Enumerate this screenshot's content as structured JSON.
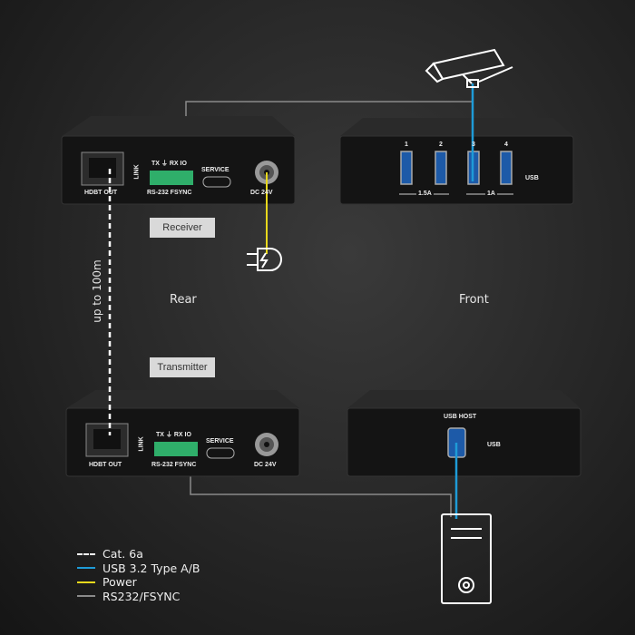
{
  "labels": {
    "receiver": "Receiver",
    "transmitter": "Transmitter",
    "rear": "Rear",
    "front": "Front",
    "distance": "up to 100m"
  },
  "ports": {
    "hdbt_out": "HDBT OUT",
    "link": "LINK",
    "terminal_top": "TX ⏚ RX IO",
    "rs232": "RS-232 FSYNC",
    "service": "SERVICE",
    "dc": "DC 24V",
    "usb": "USB",
    "usb_host": "USB HOST",
    "usb_ports": [
      "1",
      "2",
      "3",
      "4"
    ],
    "current_a": "1.5A",
    "current_b": "1A"
  },
  "legend": [
    {
      "label": "Cat. 6a",
      "color": "#ffffff",
      "style": "dashed"
    },
    {
      "label": "USB 3.2 Type A/B",
      "color": "#1e9bd7",
      "style": "solid"
    },
    {
      "label": "Power",
      "color": "#e8d81c",
      "style": "solid"
    },
    {
      "label": "RS232/FSYNC",
      "color": "#8a8a8a",
      "style": "solid"
    }
  ],
  "colors": {
    "usb": "#1e9bd7",
    "power": "#e8d81c",
    "rs232": "#8a8a8a",
    "cat6a": "#ffffff",
    "terminal": "#2fae6a"
  },
  "icons": [
    "camera-icon",
    "power-plug-icon",
    "pc-tower-icon"
  ]
}
